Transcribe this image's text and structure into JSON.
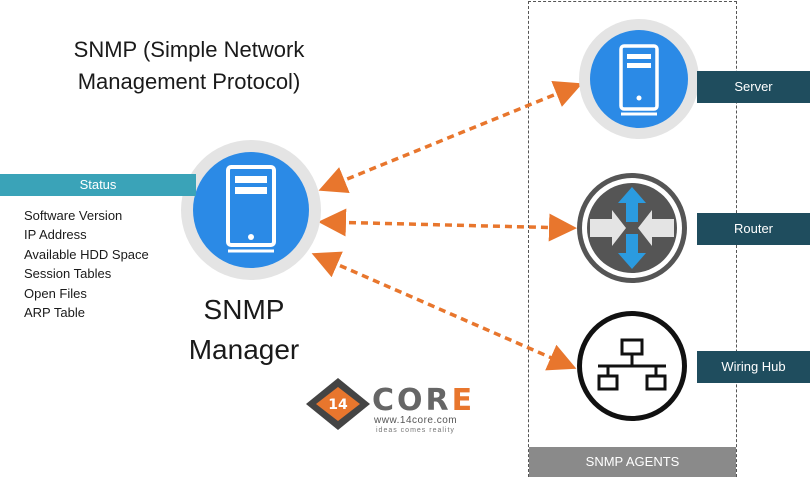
{
  "title": {
    "line1": "SNMP (Simple Network",
    "line2": "Management Protocol)"
  },
  "status": {
    "label": "Status",
    "items": [
      "Software Version",
      "IP Address",
      "Available HDD Space",
      "Session Tables",
      "Open Files",
      "ARP Table"
    ]
  },
  "manager": {
    "line1": "SNMP",
    "line2": "Manager"
  },
  "agents": {
    "box_label": "SNMP AGENTS",
    "server": "Server",
    "router": "Router",
    "hub": "Wiring Hub"
  },
  "logo": {
    "text": "COR",
    "text_accent": "E",
    "badge": "14",
    "url": "www.14core.com",
    "tagline": "ideas comes reality"
  },
  "colors": {
    "blue": "#2b8ae6",
    "teal": "#3aa3b8",
    "dark_teal": "#1f4d5e",
    "arrow": "#e8762d",
    "ring": "#e4e4e4"
  }
}
